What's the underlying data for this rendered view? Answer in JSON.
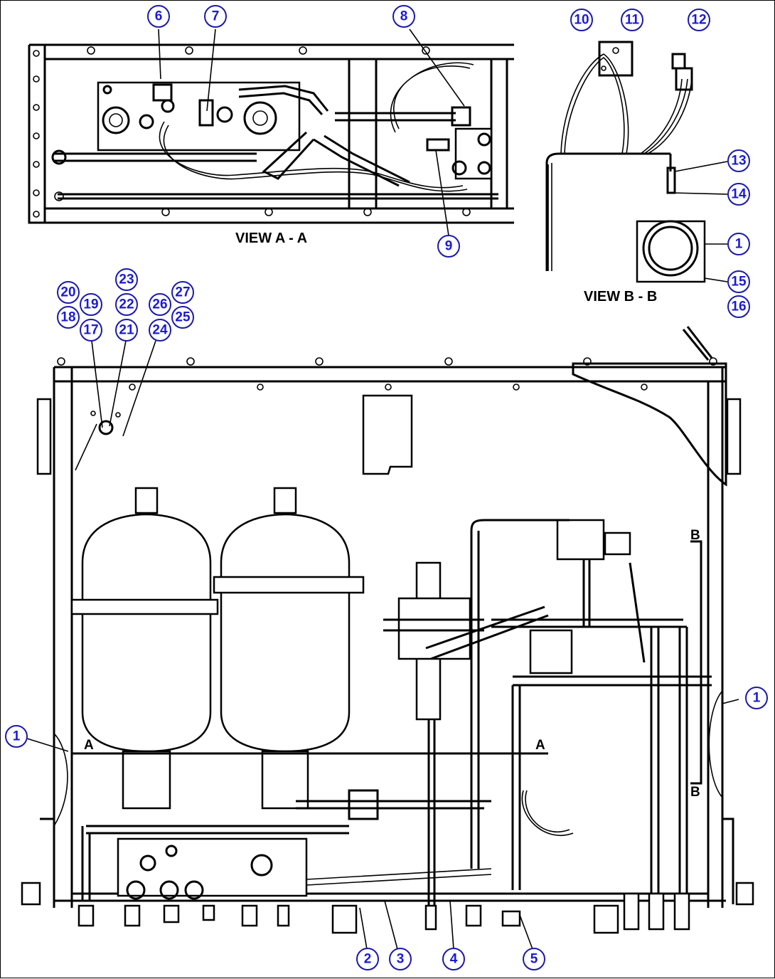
{
  "views": {
    "view_a_label": "VIEW A - A",
    "view_b_label": "VIEW B - B"
  },
  "section_marks": {
    "a_left": "A",
    "a_right": "A",
    "b_top": "B",
    "b_bottom": "B"
  },
  "callout_color": "#1a1ad6",
  "callouts": {
    "c6": "6",
    "c7": "7",
    "c8": "8",
    "c9": "9",
    "c10": "10",
    "c11": "11",
    "c12": "12",
    "c13": "13",
    "c14": "14",
    "c1_viewb": "1",
    "c15": "15",
    "c16": "16",
    "c20": "20",
    "c19": "19",
    "c18": "18",
    "c17": "17",
    "c23": "23",
    "c22": "22",
    "c21": "21",
    "c27": "27",
    "c26": "26",
    "c25": "25",
    "c24": "24",
    "c1_right": "1",
    "c1_left": "1",
    "c2": "2",
    "c3": "3",
    "c4": "4",
    "c5": "5"
  }
}
